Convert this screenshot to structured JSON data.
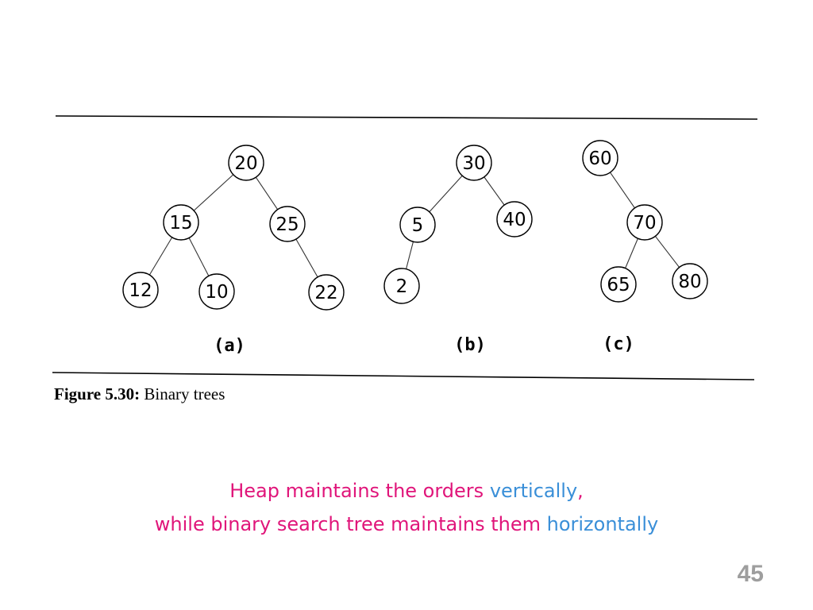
{
  "figure": {
    "caption_bold": "Figure 5.30:",
    "caption_rest": " Binary trees",
    "trees": [
      {
        "label": "(a)",
        "nodes": [
          {
            "id": "a20",
            "value": "20"
          },
          {
            "id": "a15",
            "value": "15"
          },
          {
            "id": "a25",
            "value": "25"
          },
          {
            "id": "a12",
            "value": "12"
          },
          {
            "id": "a10",
            "value": "10"
          },
          {
            "id": "a22",
            "value": "22"
          }
        ],
        "edges": [
          [
            "a20",
            "a15"
          ],
          [
            "a20",
            "a25"
          ],
          [
            "a15",
            "a12"
          ],
          [
            "a15",
            "a10"
          ],
          [
            "a25",
            "a22"
          ]
        ]
      },
      {
        "label": "(b)",
        "nodes": [
          {
            "id": "b30",
            "value": "30"
          },
          {
            "id": "b5",
            "value": "5"
          },
          {
            "id": "b40",
            "value": "40"
          },
          {
            "id": "b2",
            "value": "2"
          }
        ],
        "edges": [
          [
            "b30",
            "b5"
          ],
          [
            "b30",
            "b40"
          ],
          [
            "b5",
            "b2"
          ]
        ]
      },
      {
        "label": "(c)",
        "nodes": [
          {
            "id": "c60",
            "value": "60"
          },
          {
            "id": "c70",
            "value": "70"
          },
          {
            "id": "c65",
            "value": "65"
          },
          {
            "id": "c80",
            "value": "80"
          }
        ],
        "edges": [
          [
            "c60",
            "c70"
          ],
          [
            "c70",
            "c65"
          ],
          [
            "c70",
            "c80"
          ]
        ]
      }
    ]
  },
  "note": {
    "line1_part1": "Heap maintains the orders ",
    "line1_part2": "vertically",
    "line1_part3": ",",
    "line2_part1": "while binary search tree maintains them ",
    "line2_part2": "horizontally"
  },
  "page_number": "45",
  "colors": {
    "pink": "#e0157a",
    "blue": "#3a8fd8",
    "page_number": "#9e9e9e"
  }
}
